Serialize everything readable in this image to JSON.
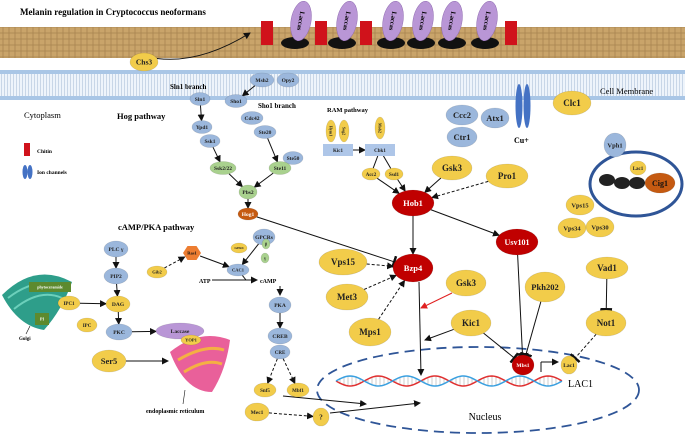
{
  "title": "Melanin regulation in Cryptococcus neoformans",
  "labels": {
    "cell_membrane": "Cell Membrane",
    "cytoplasm": "Cytoplasm",
    "hog_pathway": "Hog pathway",
    "sln1_branch": "Sln1 branch",
    "sho1_branch": "Sho1 branch",
    "ram_pathway": "RAM pathway",
    "camp_pka_pathway": "cAMP/PKA pathway",
    "cu_plus": "Cu+",
    "golgi": "Golgi",
    "er": "endoplasmic reticulum",
    "nucleus": "Nucleus",
    "lac1_gene": "LAC1",
    "atp": "ATP",
    "camp": "cAMP"
  },
  "legend": [
    {
      "label": "Chitin",
      "color": "#d0121b"
    },
    {
      "label": "Ion channels",
      "color": "#4472c4"
    }
  ],
  "cell_wall": {
    "laccase_label": "Laccas",
    "chitin_color": "#d0121b",
    "laccase_color": "#b996d6"
  },
  "colors": {
    "blue": "#9bb7dc",
    "yellow": "#f2cc4a",
    "green": "#a9d18e",
    "red": "#c00000",
    "orange": "#c55a11",
    "purple": "#b996d6"
  },
  "nodes": {
    "chs3": "Chs3",
    "msh2": "Msh2",
    "opy2": "Opy2",
    "sln1": "Sln1",
    "sho1": "Sho1",
    "ypd1": "Ypd1",
    "ssk1": "Ssk1",
    "cdc42": "Cdc42",
    "ste20": "Ste20",
    "ste50": "Ste50",
    "ssk2": "Ssk2/22",
    "ste11": "Ste11",
    "pbs2": "Pbs2",
    "hog1": "Hog1",
    "hym1": "Hym1",
    "sog2": "Sog2",
    "mob2": "Mob2",
    "kic1_box": "Kic1",
    "cbk1": "Cbk1",
    "acc2": "Acc2",
    "ssd1": "Ssd1",
    "ccc2": "Ccc2",
    "atx1": "Atx1",
    "ctr1": "Ctr1",
    "clc1": "Clc1",
    "vph1": "Vph1",
    "lac1_vac": "Lac1",
    "cig1": "Cig1",
    "vps15_a": "Vps15",
    "vps34": "Vps34",
    "vps30": "Vps30",
    "gsk3_a": "Gsk3",
    "pro1": "Pro1",
    "hob1": "Hob1",
    "usv101": "Usv101",
    "bzp4": "Bzp4",
    "vps15_b": "Vps15",
    "met3": "Met3",
    "mps1": "Mps1",
    "gsk3_b": "Gsk3",
    "pkh202": "Pkh202",
    "kic1": "Kic1",
    "vad1": "Vad1",
    "not1": "Not1",
    "mbs1": "Mbs1",
    "lac1": "Lac1",
    "plc": "PLC γ",
    "pip2": "PIP2",
    "dag": "DAG",
    "pkc": "PKC",
    "laccase": "Laccase",
    "ipc1": "IPC1",
    "ipc": "IPC",
    "phytoceramide": "phytoceramide",
    "pi": "PI",
    "ras1": "Ras1",
    "gib2": "Gib2",
    "cac1": "CAC1",
    "gpcrs": "GPCRs",
    "gpr4": "GPR4",
    "beta": "β",
    "gamma": "γ",
    "pka": "PKA",
    "creb": "CREB",
    "cre": "CRE",
    "snf5": "Snf5",
    "mbf1": "Mbf1",
    "mec1": "Mec1",
    "unknown": "?",
    "ser5": "Ser5",
    "yop1": "YOP1"
  }
}
